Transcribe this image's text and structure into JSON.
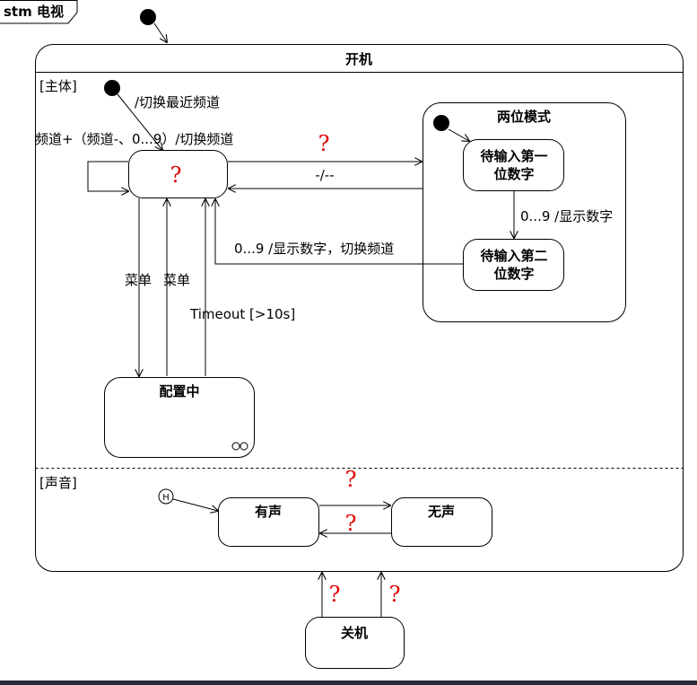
{
  "frame": {
    "label": "stm 电视"
  },
  "power_on": {
    "title": "开机"
  },
  "regions": {
    "main": "[主体]",
    "sound": "[声音]"
  },
  "states": {
    "current": {
      "label": "?"
    },
    "two_digit": {
      "title": "两位模式"
    },
    "await_first": {
      "line1": "待输入第一",
      "line2": "位数字"
    },
    "await_second": {
      "line1": "待输入第二",
      "line2": "位数字"
    },
    "config": {
      "title": "配置中"
    },
    "sound_on": {
      "title": "有声"
    },
    "mute": {
      "title": "无声"
    },
    "power_off": {
      "title": "关机"
    }
  },
  "transitions": {
    "initial_main": "/切换最近频道",
    "self_loop": "频道+（频道-、0...9）/切换频道",
    "q_top": "?",
    "dash": "-/--",
    "digit_display": "0...9 /显示数字",
    "digit_switch": "0...9 /显示数字，切换频道",
    "menu_down": "菜单",
    "menu_up": "菜单",
    "timeout": "Timeout [>10s]",
    "q_sound_top": "?",
    "q_sound_bottom": "?",
    "q_off_left": "?",
    "q_off_right": "?"
  },
  "history": {
    "symbol": "H"
  },
  "colors": {
    "question_mark": "#e00000",
    "stroke": "#000000"
  }
}
